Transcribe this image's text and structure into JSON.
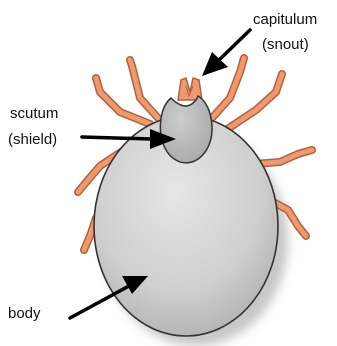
{
  "labels": {
    "capitulum": "capitulum",
    "capitulum_note": "(snout)",
    "scutum": "scutum",
    "scutum_note": "(shield)",
    "body": "body"
  },
  "colors": {
    "leg_fill": "#e8916a",
    "leg_stroke": "#b85f3a",
    "body_fill": "#cfcfcf",
    "body_stroke": "#333333",
    "scutum_fill": "#b9b9b9",
    "shadow": "#9a9a9a",
    "arrow": "#000000"
  }
}
